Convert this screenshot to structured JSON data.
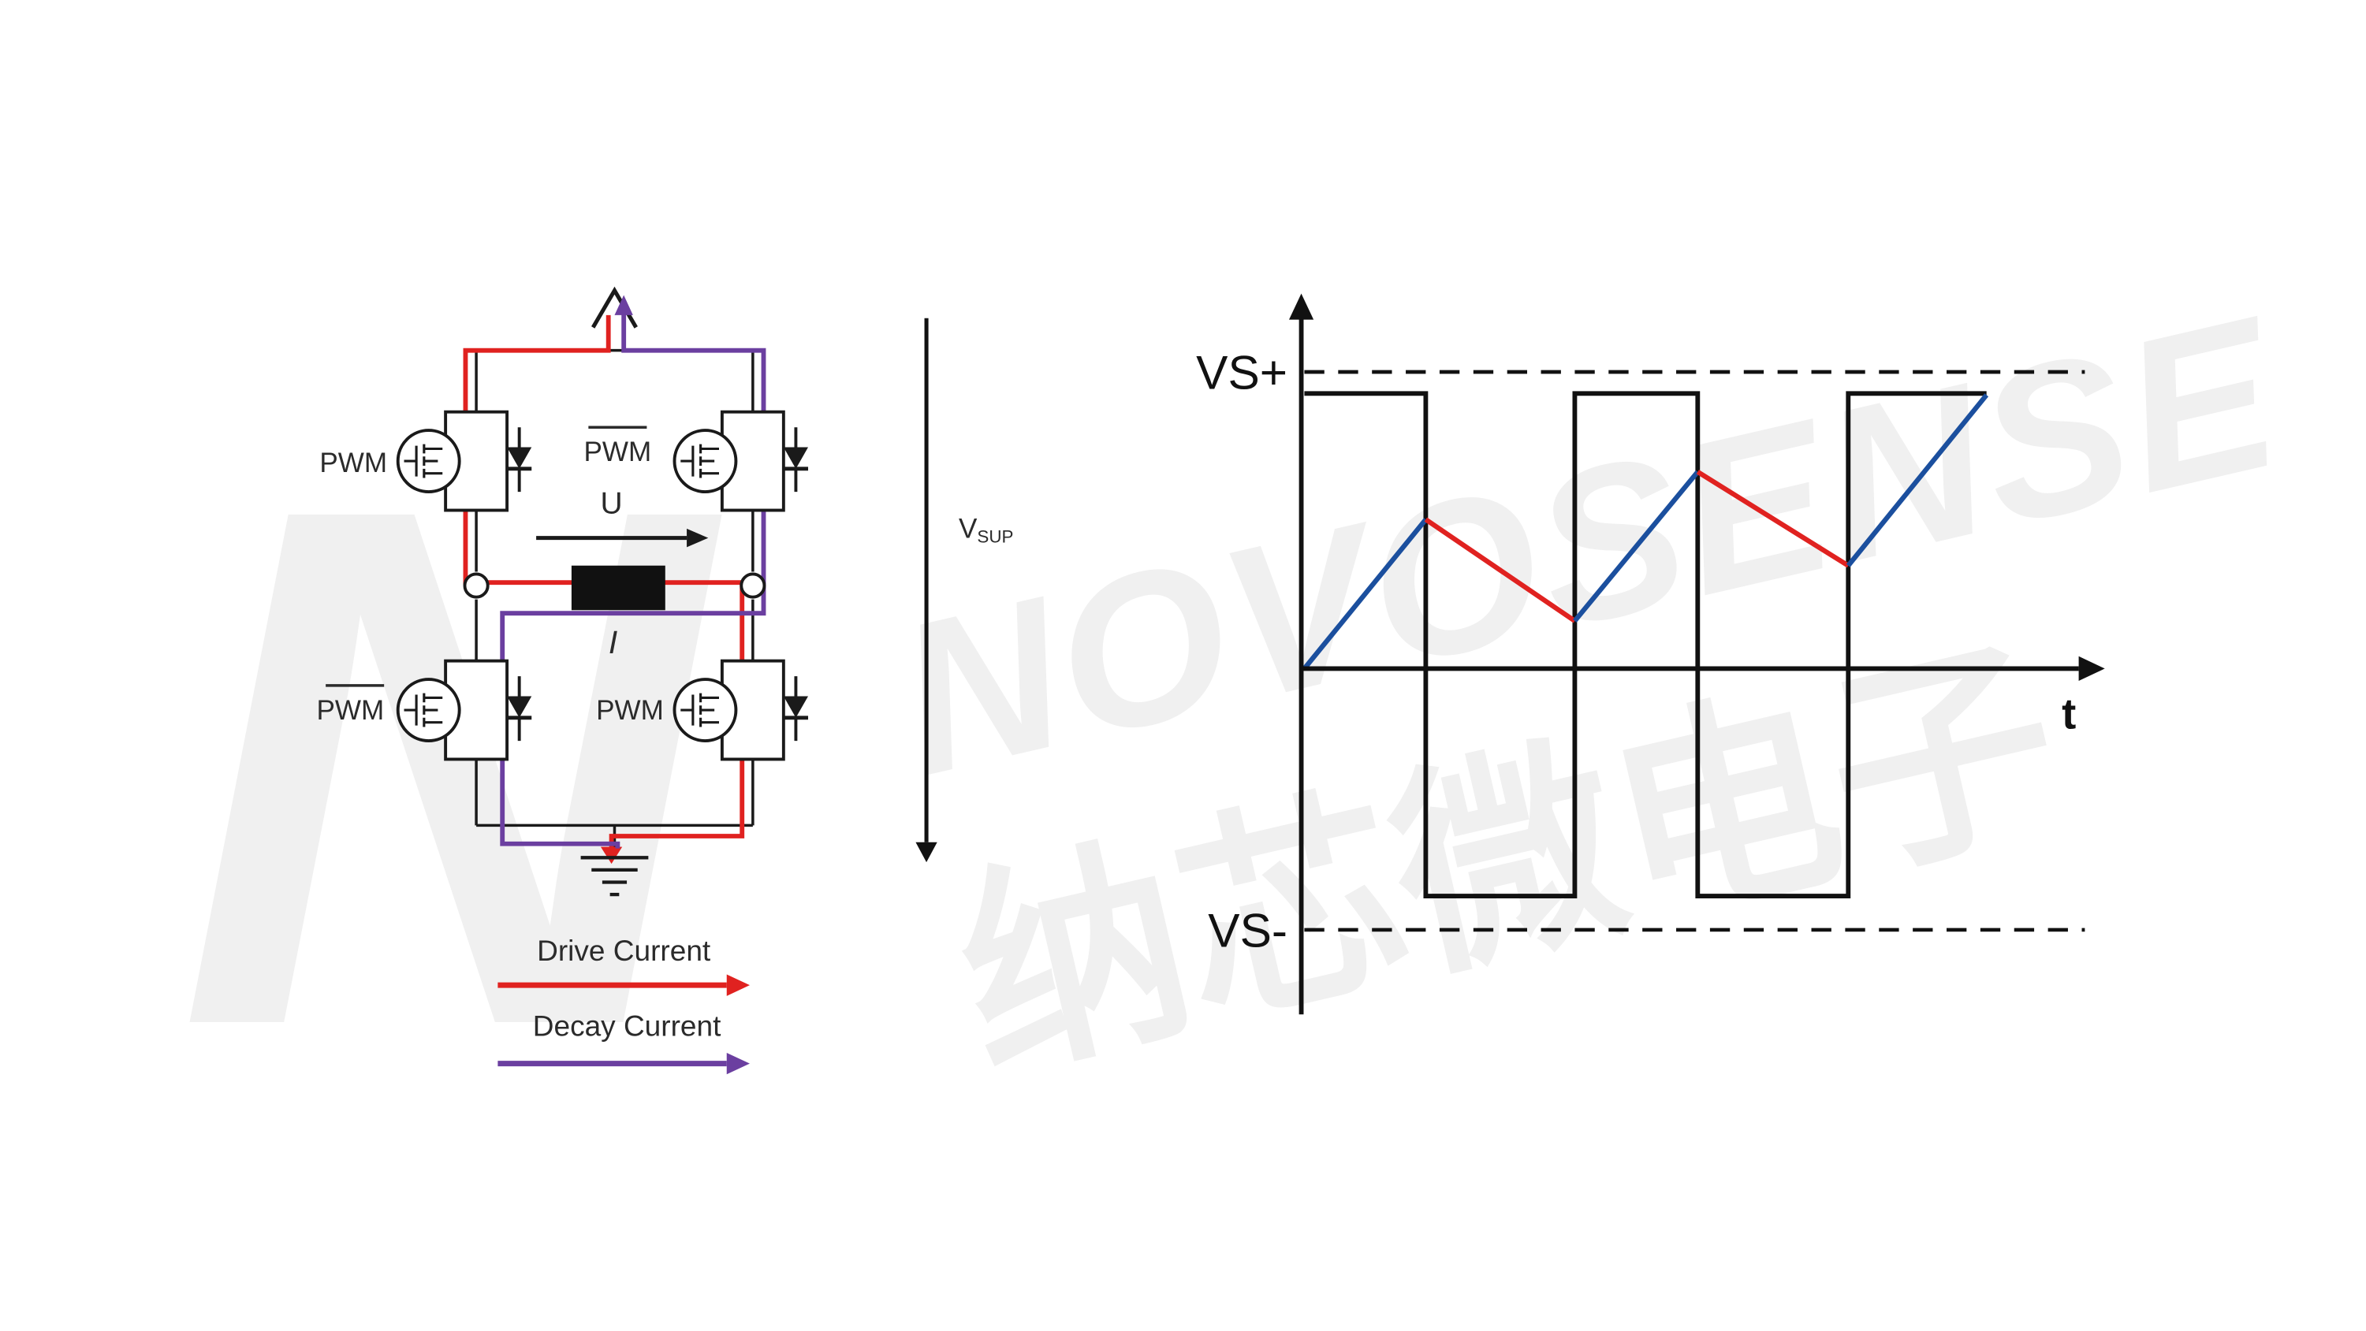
{
  "colors": {
    "drive_red": "#e02220",
    "decay_purple": "#6b3fa0",
    "rise_blue": "#1b4f9e",
    "line_black": "#111111",
    "watermark_gray": "#f0f0f0"
  },
  "watermark": {
    "logo_letter": "N",
    "brand": "NOVOSENSE",
    "brand_cn": "纳芯微电子"
  },
  "circuit": {
    "pwm_top_left": "PWM",
    "pwm_top_right": "PWM",
    "pwm_bottom_left": "PWM",
    "pwm_bottom_right": "PWM",
    "u_label": "U",
    "i_label": "I",
    "vsup": {
      "main": "V",
      "sub": "SUP"
    }
  },
  "legend": {
    "drive": "Drive Current",
    "decay": "Decay Current"
  },
  "chart": {
    "vs_plus": "VS+",
    "vs_minus": "VS-",
    "t_label": "t",
    "pwm_wave": {
      "color": "#111111",
      "points": [
        [
          849,
          256
        ],
        [
          928,
          256
        ],
        [
          928,
          583
        ],
        [
          1025,
          583
        ],
        [
          1025,
          256
        ],
        [
          1105,
          256
        ],
        [
          1105,
          583
        ],
        [
          1203,
          583
        ],
        [
          1203,
          256
        ],
        [
          1293,
          256
        ]
      ]
    },
    "current_segments": [
      {
        "phase": "rise-1",
        "color": "#1b4f9e",
        "points": [
          [
            849,
            435
          ],
          [
            928,
            338
          ]
        ]
      },
      {
        "phase": "decay-1",
        "color": "#e02220",
        "points": [
          [
            928,
            338
          ],
          [
            1025,
            404
          ]
        ]
      },
      {
        "phase": "rise-2",
        "color": "#1b4f9e",
        "points": [
          [
            1025,
            404
          ],
          [
            1105,
            307
          ]
        ]
      },
      {
        "phase": "decay-2",
        "color": "#e02220",
        "points": [
          [
            1105,
            307
          ],
          [
            1203,
            368
          ]
        ]
      },
      {
        "phase": "rise-3",
        "color": "#1b4f9e",
        "points": [
          [
            1203,
            368
          ],
          [
            1293,
            257
          ]
        ]
      }
    ]
  }
}
